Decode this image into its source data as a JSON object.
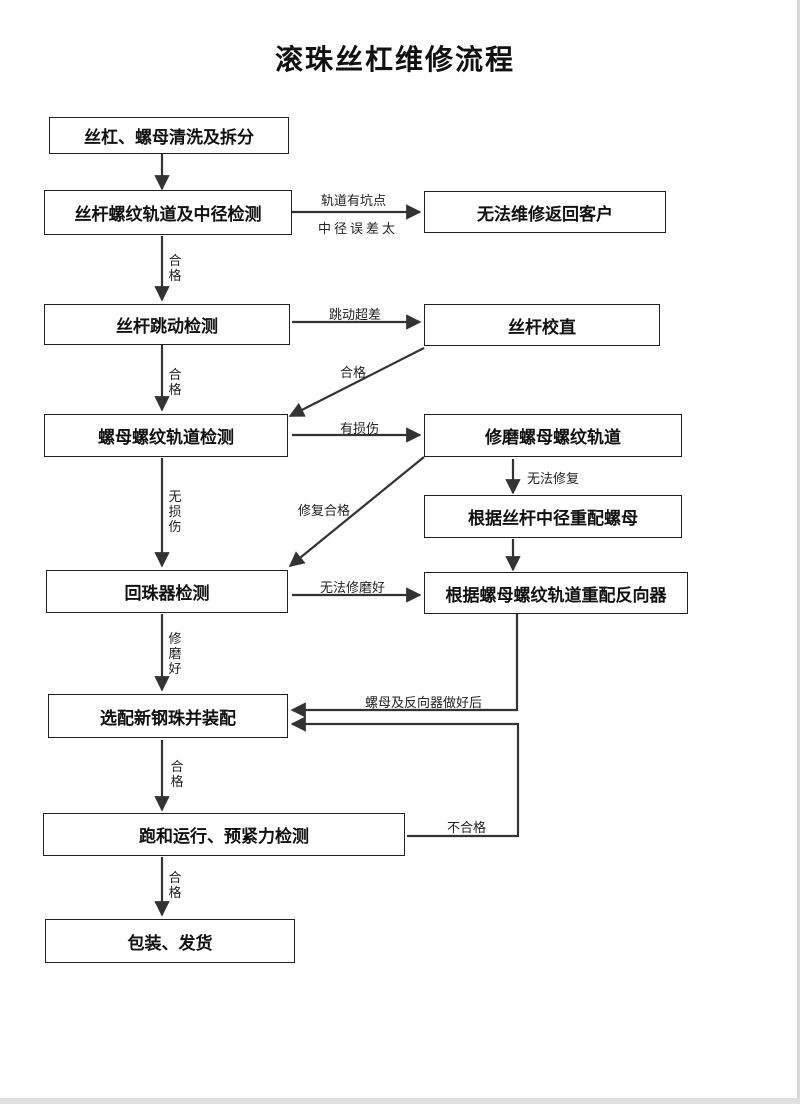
{
  "title": "滚珠丝杠维修流程",
  "boxes": {
    "b1": "丝杠、螺母清洗及拆分",
    "b2": "丝杆螺纹轨道及中径检测",
    "b3": "无法维修返回客户",
    "b4": "丝杆跳动检测",
    "b5": "丝杆校直",
    "b6": "螺母螺纹轨道检测",
    "b7": "修磨螺母螺纹轨道",
    "b8": "根据丝杆中径重配螺母",
    "b9": "回珠器检测",
    "b10": "根据螺母螺纹轨道重配反向器",
    "b11": "选配新钢珠并装配",
    "b12": "跑和运行、预紧力检测",
    "b13": "包装、发货"
  },
  "labels": {
    "l_pit": "轨道有坑点",
    "l_dia": "中径误差太",
    "l_pass1": "合格",
    "l_runout": "跳动超差",
    "l_pass2": "合格",
    "l_pass2b": "合格",
    "l_damage": "有损伤",
    "l_norepair": "无法修复",
    "l_nodamage": "无损伤",
    "l_repairpass": "修复合格",
    "l_cantgrind": "无法修磨好",
    "l_ground": "修磨好",
    "l_done": "螺母及反向器做好后",
    "l_pass3": "合格",
    "l_fail": "不合格",
    "l_pass4": "合格"
  }
}
